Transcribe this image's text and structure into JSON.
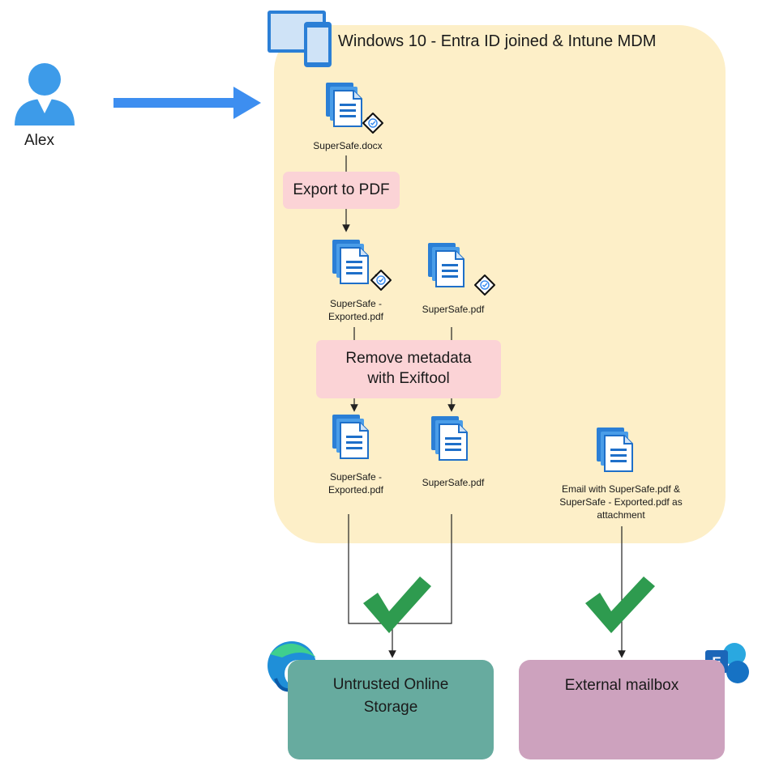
{
  "user": {
    "label": "Alex"
  },
  "device": {
    "title": "Windows 10 - Entra ID joined & Intune MDM"
  },
  "steps": {
    "export": "Export to PDF",
    "remove_metadata_line1": "Remove metadata",
    "remove_metadata_line2": "with Exiftool"
  },
  "files": {
    "docx": "SuperSafe.docx",
    "exported_line1": "SuperSafe -",
    "exported_line2": "Exported.pdf",
    "pdf": "SuperSafe.pdf",
    "clean_exported_line1": "SuperSafe -",
    "clean_exported_line2": "Exported.pdf",
    "clean_pdf": "SuperSafe.pdf",
    "email_line1": "Email with SuperSafe.pdf &",
    "email_line2": "SuperSafe - Exported.pdf as",
    "email_line3": "attachment"
  },
  "destinations": {
    "storage_line1": "Untrusted Online",
    "storage_line2": "Storage",
    "mailbox": "External mailbox"
  },
  "colors": {
    "container": "#fdefc8",
    "action": "#fbd3d6",
    "storage": "#67ab9f",
    "mailbox": "#cda2be",
    "check": "#2e9b4f",
    "arrow": "#3d8ef0",
    "doc_blue": "#1e6fc9"
  }
}
